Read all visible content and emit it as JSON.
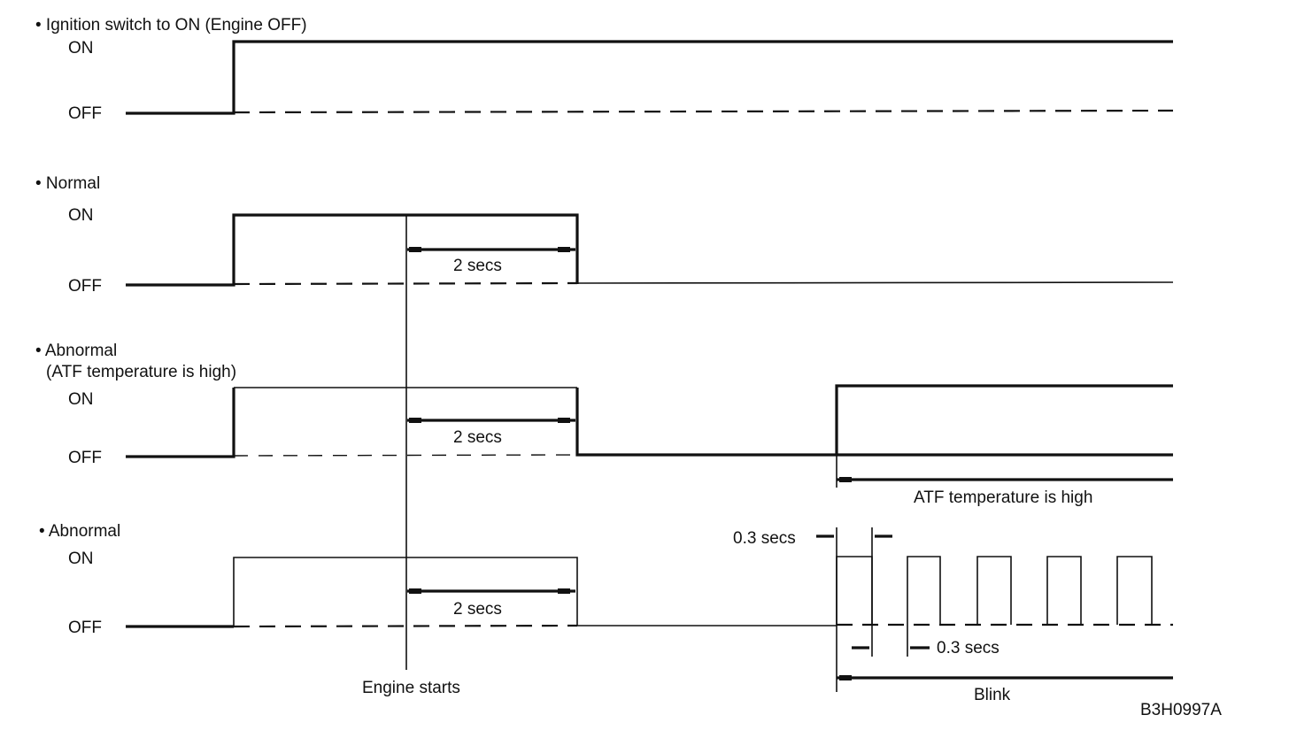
{
  "sections": [
    {
      "title": "• Ignition switch to ON (Engine OFF)",
      "on": "ON",
      "off": "OFF"
    },
    {
      "title": "• Normal",
      "on": "ON",
      "off": "OFF",
      "duration": "2 secs"
    },
    {
      "title": "• Abnormal",
      "subtitle": "(ATF temperature is high)",
      "on": "ON",
      "off": "OFF",
      "duration": "2 secs",
      "annotation": "ATF temperature is high"
    },
    {
      "title": "• Abnormal",
      "on": "ON",
      "off": "OFF",
      "duration": "2 secs",
      "pulse_on": "0.3 secs",
      "pulse_off": "0.3 secs",
      "annotation": "Blink"
    }
  ],
  "engine_starts": "Engine starts",
  "figure_code": "B3H0997A"
}
